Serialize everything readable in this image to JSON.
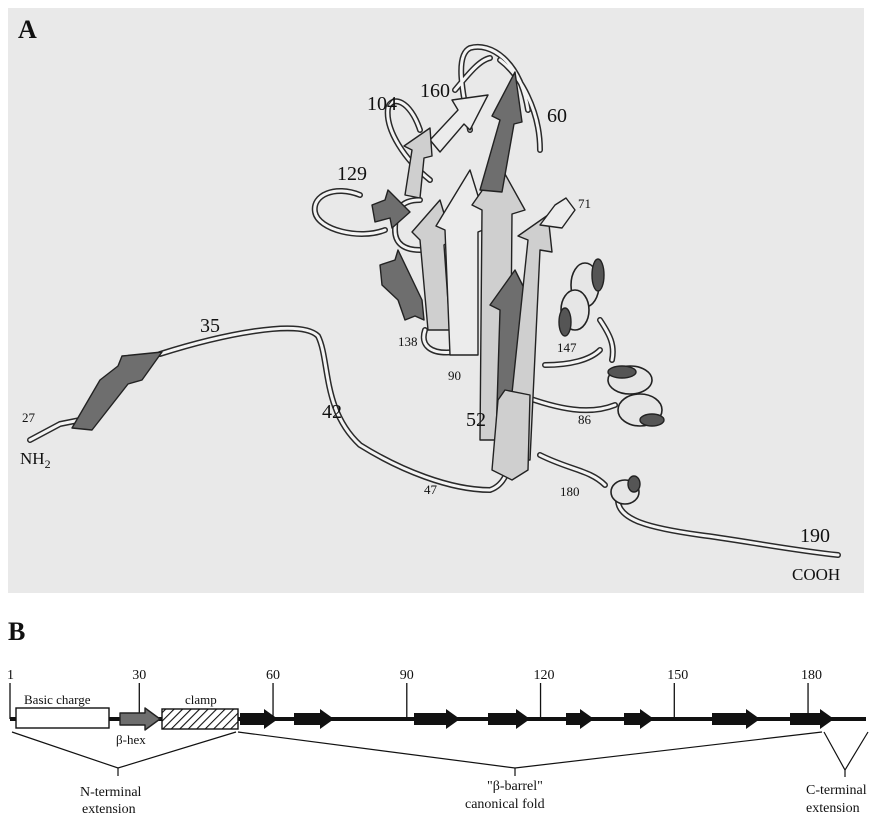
{
  "panel_a": {
    "letter": "A",
    "labels": [
      {
        "id": "res-104",
        "text": "104"
      },
      {
        "id": "res-160",
        "text": "160"
      },
      {
        "id": "res-60",
        "text": "60"
      },
      {
        "id": "res-129",
        "text": "129"
      },
      {
        "id": "res-71",
        "text": "71"
      },
      {
        "id": "res-35",
        "text": "35"
      },
      {
        "id": "res-138",
        "text": "138"
      },
      {
        "id": "res-147",
        "text": "147"
      },
      {
        "id": "res-90",
        "text": "90"
      },
      {
        "id": "res-27",
        "text": "27"
      },
      {
        "id": "res-42",
        "text": "42"
      },
      {
        "id": "res-52",
        "text": "52"
      },
      {
        "id": "res-86",
        "text": "86"
      },
      {
        "id": "res-47",
        "text": "47"
      },
      {
        "id": "res-180",
        "text": "180"
      },
      {
        "id": "res-190",
        "text": "190"
      }
    ],
    "n_terminus": "NH",
    "n_terminus_sub": "2",
    "c_terminus": "COOH"
  },
  "panel_b": {
    "letter": "B",
    "ticks": [
      {
        "label": "1",
        "pos": 1
      },
      {
        "label": "30",
        "pos": 30
      },
      {
        "label": "60",
        "pos": 60
      },
      {
        "label": "90",
        "pos": 90
      },
      {
        "label": "120",
        "pos": 120
      },
      {
        "label": "150",
        "pos": 150
      },
      {
        "label": "180",
        "pos": 180
      }
    ],
    "domains": {
      "basic_charge": "Basic charge",
      "beta_hex": "β-hex",
      "clamp": "clamp"
    },
    "regions": {
      "n_terminal_line1": "N-terminal",
      "n_terminal_line2": "extension",
      "barrel_line1": "\"β-barrel\"",
      "barrel_line2": "canonical fold",
      "c_terminal_line1": "C-terminal",
      "c_terminal_line2": "extension"
    },
    "strand_count": 9
  }
}
